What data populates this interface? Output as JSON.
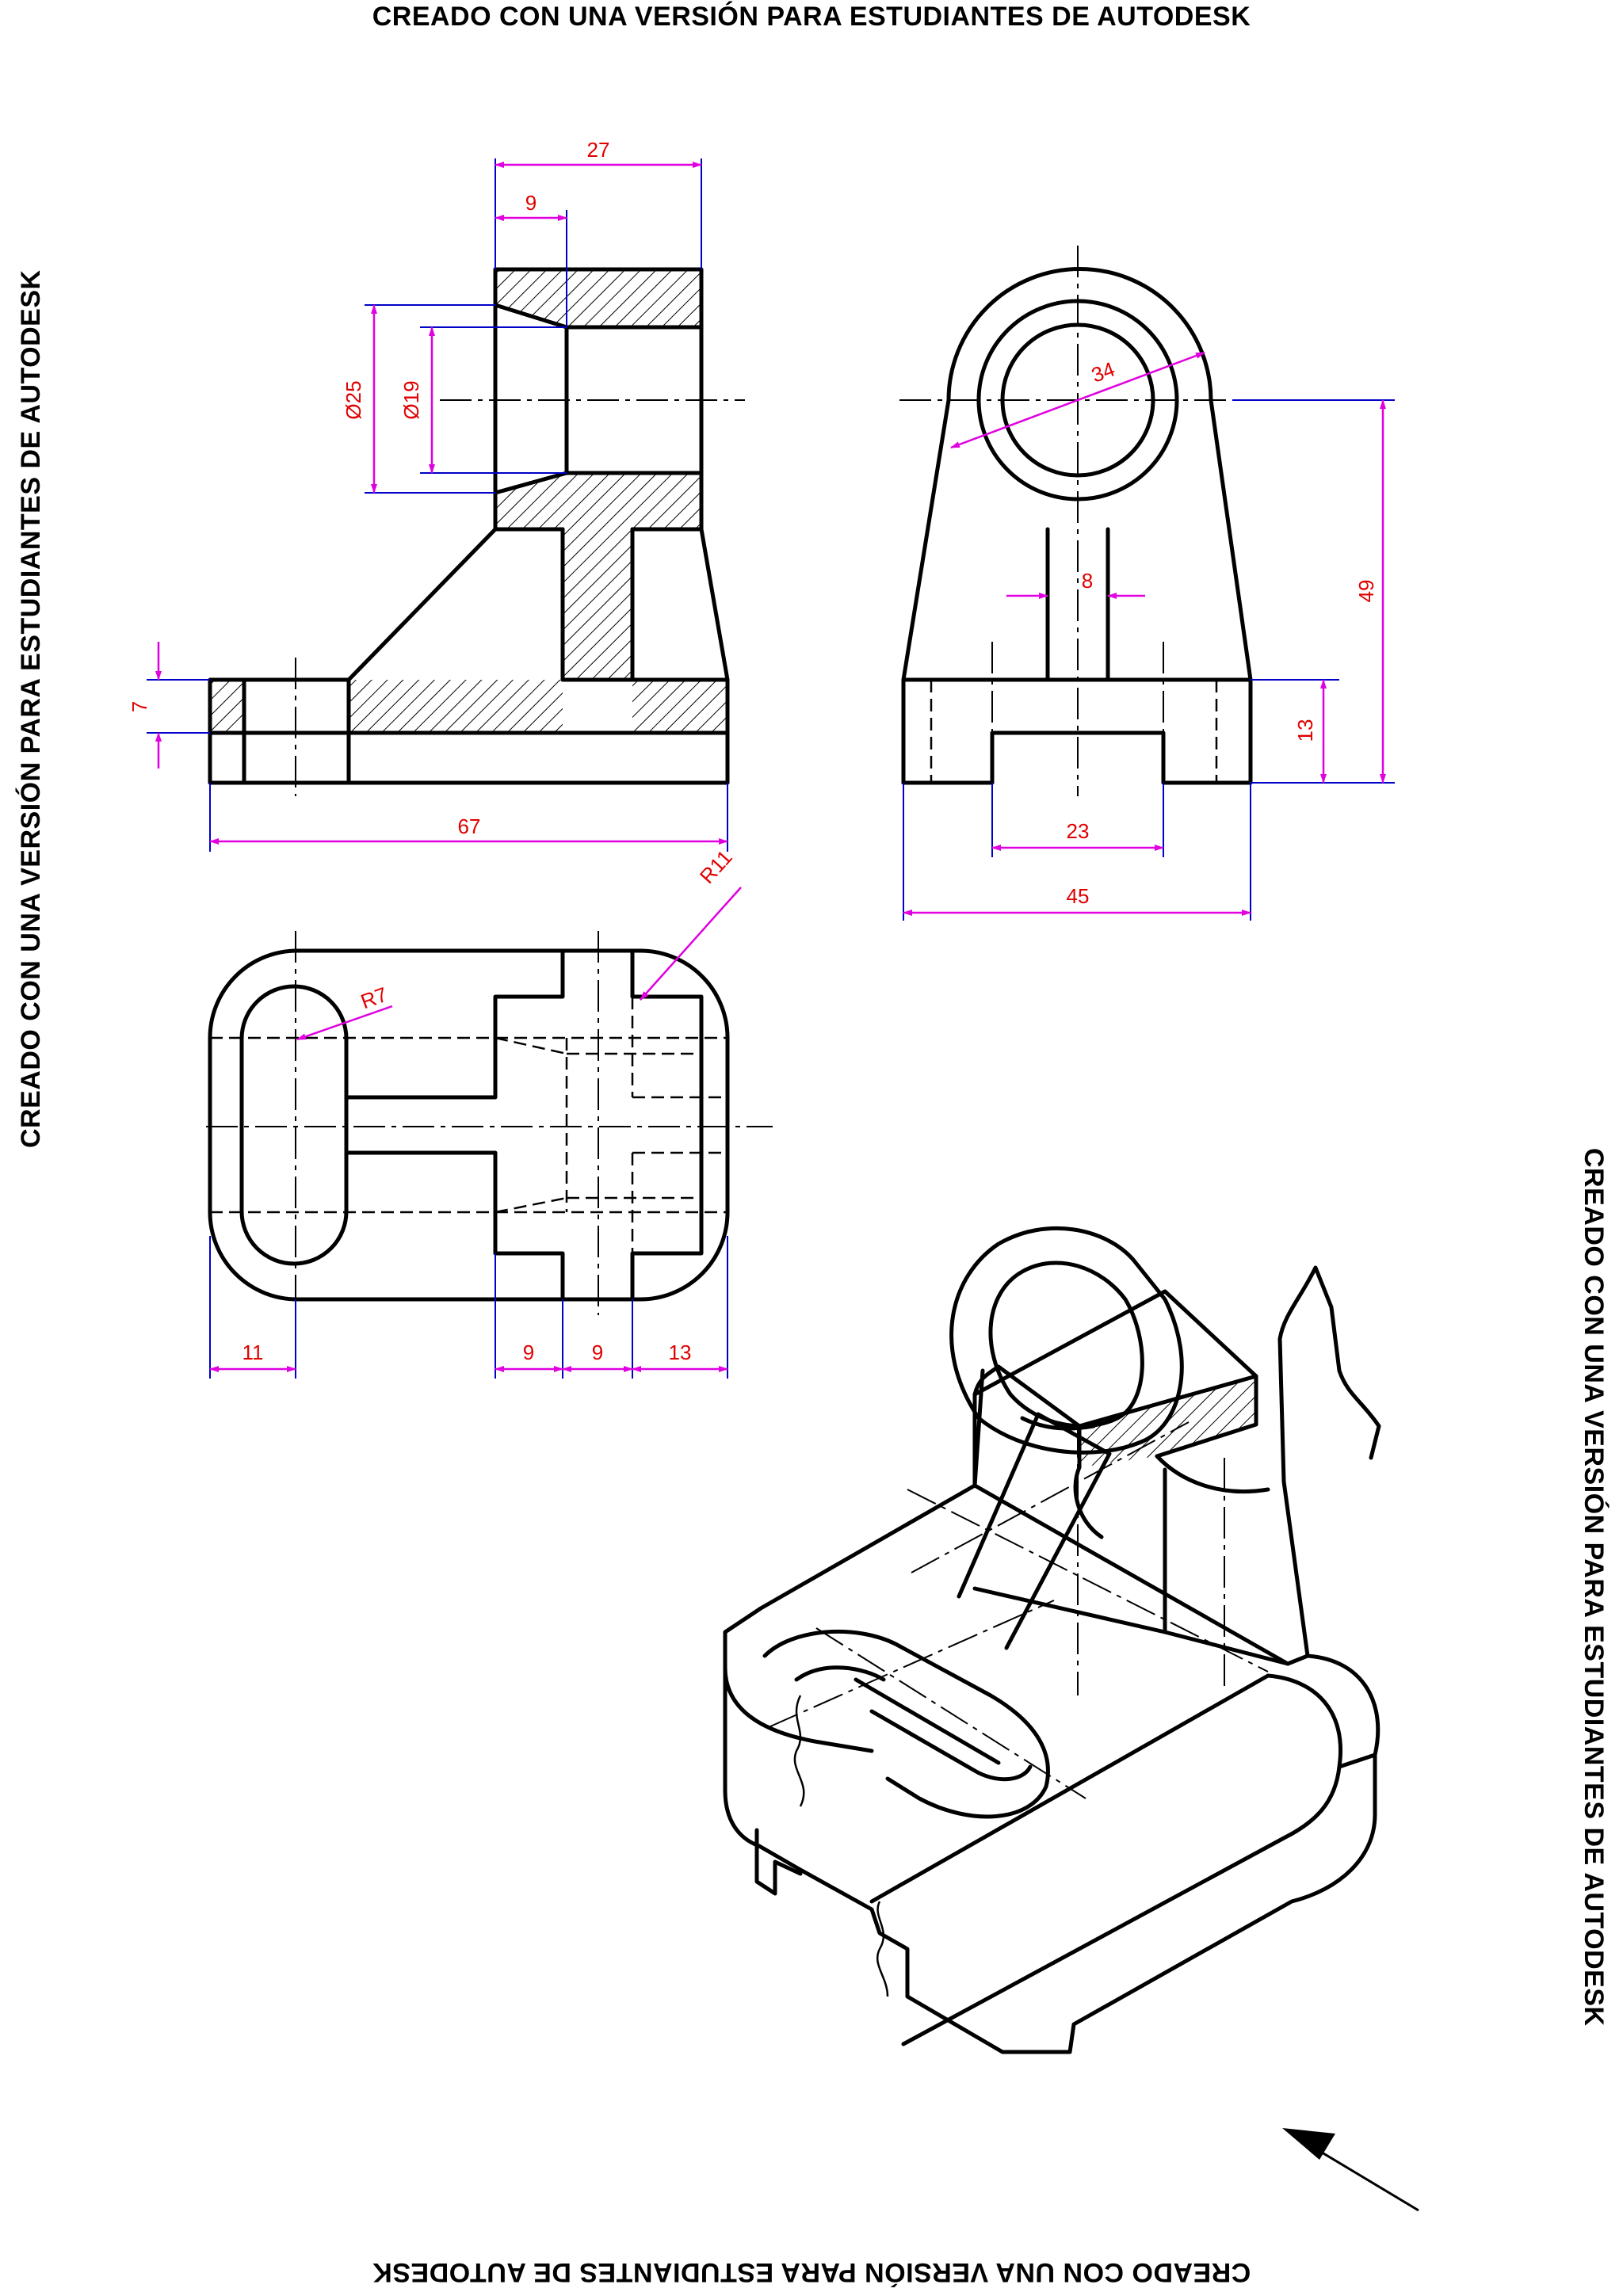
{
  "watermark": {
    "top": "CREADO CON UNA VERSIÓN PARA ESTUDIANTES DE AUTODESK",
    "left": "CREADO CON UNA VERSIÓN PARA ESTUDIANTES DE AUTODESK",
    "right": "CREADO CON UNA VERSIÓN PARA ESTUDIANTES DE AUTODESK",
    "bottom": "CREADO CON UNA VERSIÓN PARA ESTUDIANTES DE AUTODESK"
  },
  "dimensions": {
    "front": {
      "width_top": "27",
      "chamfer": "9",
      "dia_outer": "Ø25",
      "dia_inner": "Ø19",
      "base_thickness": "7",
      "overall_length": "67"
    },
    "side": {
      "boss_dia": "34",
      "rib": "8",
      "height": "49",
      "base_height": "13",
      "slot": "23",
      "width": "45"
    },
    "top": {
      "slot_radius": "R7",
      "corner_radius": "R11",
      "slot_offset": "11",
      "seg1": "9",
      "seg2": "9",
      "seg3": "13"
    }
  },
  "colors": {
    "object": "#000000",
    "dimension": "#e000e0",
    "extension": "#0000c8",
    "dimension_text": "#e00000"
  }
}
